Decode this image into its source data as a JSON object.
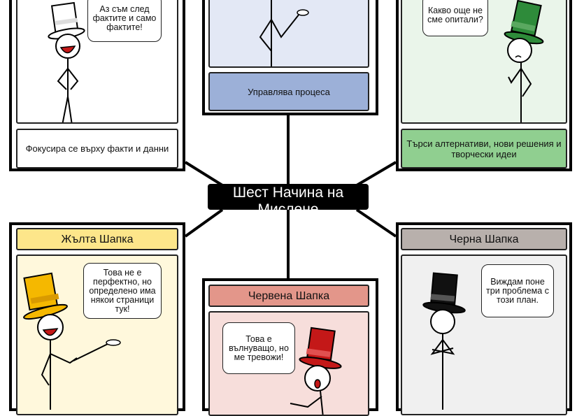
{
  "title": "Шест Начина на Мислене",
  "cards": {
    "white": {
      "bubble": "Аз съм след фактите и само фактите!",
      "caption": "Фокусира се върху факти и данни",
      "hat_color": "#ffffff"
    },
    "blue": {
      "caption": "Управлява процеса",
      "color": "#9cb0d8",
      "scene_bg": "#e3e8f5"
    },
    "green": {
      "bubble": "Какво още не сме опитали?",
      "caption": "Търси алтернативи, нови решения и творчески идеи",
      "hat_color": "#2e8b3a",
      "color": "#90cf90",
      "scene_bg": "#eaf5ea"
    },
    "yellow": {
      "header": "Жълта Шапка",
      "bubble": "Това не е перфектно, но определено има някои страници тук!",
      "hat_color": "#f5b800",
      "color": "#fde68a",
      "scene_bg": "#fff8dc"
    },
    "red": {
      "header": "Червена Шапка",
      "bubble": "Това е вълнуващо, но ме тревожи!",
      "hat_color": "#c41818",
      "color": "#e3968a",
      "scene_bg": "#f7dedb"
    },
    "black": {
      "header": "Черна Шапка",
      "bubble": "Виждам поне три проблема с този план.",
      "hat_color": "#111111",
      "color": "#b8b0ac",
      "scene_bg": "#f0f0f0"
    }
  }
}
